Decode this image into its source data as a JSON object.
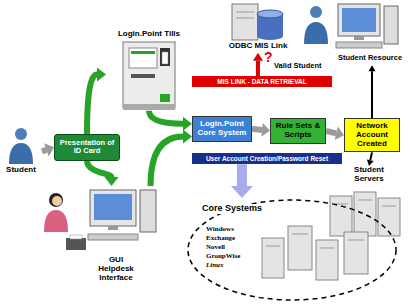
{
  "diagram": {
    "nodes": [
      {
        "text": [
          "Student"
        ]
      },
      {
        "text": [
          "Presentation of ID Card"
        ]
      },
      {
        "text": [
          "Login.Point Tills"
        ]
      },
      {
        "text": [
          "GUI Helpdesk Interface"
        ]
      },
      {
        "text": [
          "Login.Point Core System"
        ]
      },
      {
        "text": [
          "MIS LINK - DATA RETRIEVAL"
        ]
      },
      {
        "text": [
          "ODBC MIS Link"
        ]
      },
      {
        "text": [
          "Rule Sets & Scripts"
        ]
      },
      {
        "text": [
          "User Account Creation/Password Reset"
        ]
      },
      {
        "text": [
          "Core Systems",
          "Windows",
          "Exchange",
          "Novell",
          "GroupWise",
          "Linux"
        ]
      },
      {
        "text": [
          "Network Account Created"
        ]
      },
      {
        "text": [
          "Student Resource"
        ]
      },
      {
        "text": [
          "Student Servers"
        ]
      }
    ],
    "edges": [
      {
        "from": 0,
        "to": 1,
        "arrow": "to"
      },
      {
        "from": 1,
        "to": 2,
        "arrow": "to"
      },
      {
        "from": 1,
        "to": 3,
        "arrow": "to"
      },
      {
        "from": 2,
        "to": 4,
        "arrow": "to"
      },
      {
        "from": 3,
        "to": 4,
        "arrow": "to"
      },
      {
        "from": 4,
        "to": 7,
        "arrow": "to"
      },
      {
        "from": 7,
        "to": 10,
        "arrow": "to"
      },
      {
        "from": 5,
        "to": 6,
        "arrow": "to"
      },
      {
        "from": 8,
        "to": 9,
        "arrow": "to"
      },
      {
        "from": 10,
        "to": 11,
        "arrow": "to"
      },
      {
        "from": 10,
        "to": 12,
        "arrow": "to"
      }
    ],
    "labels": [
      "?",
      "Valid Student"
    ]
  }
}
